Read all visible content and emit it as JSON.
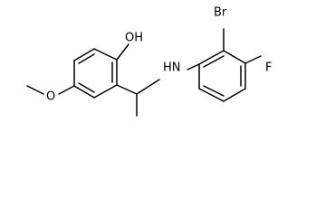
{
  "molecule": {
    "labels": {
      "hydroxyl": "OH",
      "amine": "HN",
      "bromo": "Br",
      "fluoro": "F",
      "methoxy_oxygen": "O"
    }
  }
}
